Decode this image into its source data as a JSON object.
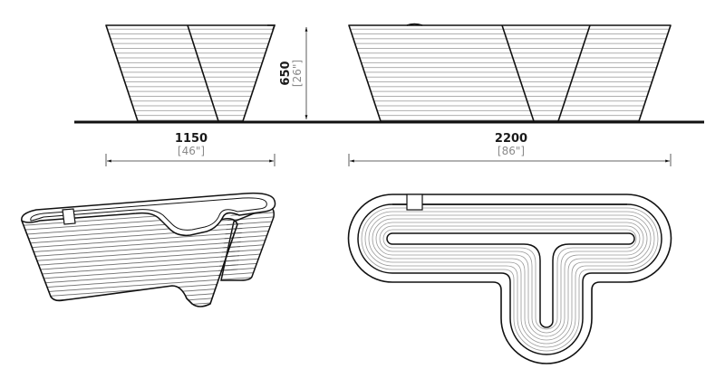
{
  "drawing": {
    "title": "Planter bench technical drawing",
    "views": [
      "side-elevation",
      "front-elevation",
      "isometric",
      "plan"
    ]
  },
  "dimensions": {
    "height": {
      "value_mm": "650",
      "value_in": "[26\"]"
    },
    "depth": {
      "value_mm": "1150",
      "value_in": "[46\"]"
    },
    "length": {
      "value_mm": "2200",
      "value_in": "[86\"]"
    }
  },
  "colors": {
    "outline": "#111111",
    "hatch": "#9a9a9a",
    "primary_text": "#1a1a1a",
    "secondary_text": "#8a8a8a",
    "background": "#ffffff"
  }
}
